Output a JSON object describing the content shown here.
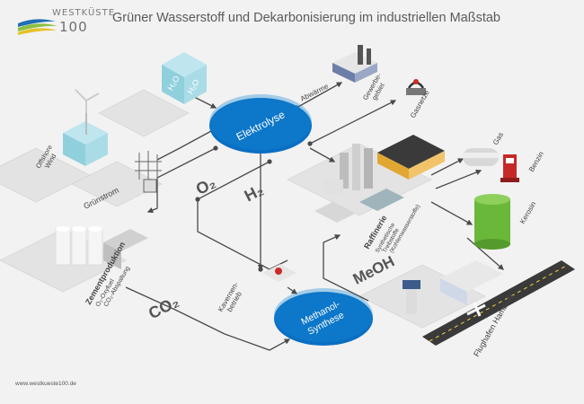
{
  "header": {
    "logo_top": "WESTKÜSTE",
    "logo_bottom": "100",
    "title": "Grüner Wasserstoff und Dekarbonisierung im industriellen Maßstab"
  },
  "nodes": {
    "elektrolyse": "Elektrolyse",
    "methanol_line1": "Methanol-",
    "methanol_line2": "Synthese",
    "h2o_left": "H₂O",
    "h2o_right": "H₂O",
    "offshore_line1": "Offshore",
    "offshore_line2": "Wind",
    "gruenstrom": "Grünstrom",
    "abwaerme": "Abwärme",
    "gewerbe_line1": "Gewerbe-",
    "gewerbe_line2": "gebiet",
    "gasnetze": "Gasnetze",
    "gas": "Gas",
    "benzin": "Benzin",
    "kerosin": "Kerosin",
    "raffinerie": "Raffinerie",
    "raffinerie_sub1": "Synthetische",
    "raffinerie_sub2": "Treibstoffe",
    "raffinerie_sub3": "(Kohlenwasserstoffe)",
    "zement": "Zementproduktion",
    "zement_sub1": "O₂-Oxyfuel",
    "zement_sub2": "CO₂-Abspaltung",
    "kaverne_line1": "Kavernen-",
    "kaverne_line2": "betrieb",
    "flughafen": "Flughafen Hamburg"
  },
  "flows": {
    "o2": "O₂",
    "h2": "H₂",
    "co2": "CO₂",
    "meoh": "MeOH"
  },
  "footer": {
    "website": "www.westkueste100.de"
  },
  "colors": {
    "accent_blue": "#0a6fc2",
    "line_gray": "#4a4a4a",
    "text_gray": "#444444",
    "ground": "#dcdcdc",
    "logo_blue": "#1f6fb5",
    "logo_green": "#8cbf3f",
    "logo_yellow": "#e6c229"
  }
}
